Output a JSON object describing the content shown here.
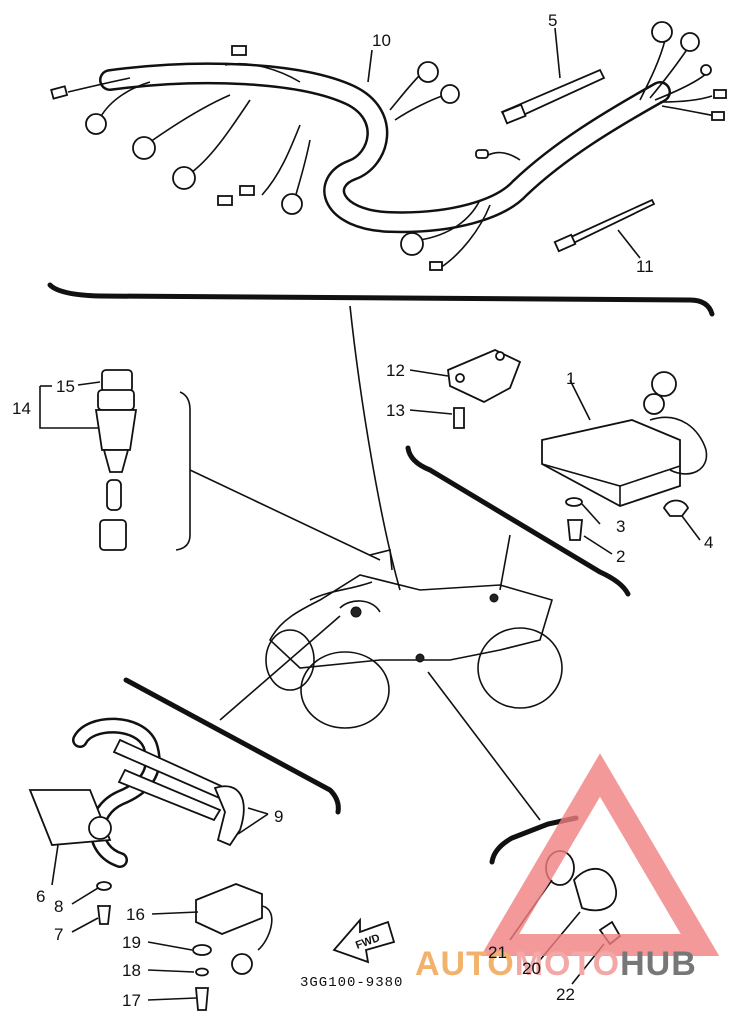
{
  "callouts": [
    {
      "id": "c1",
      "text": "1"
    },
    {
      "id": "c2",
      "text": "2"
    },
    {
      "id": "c3",
      "text": "3"
    },
    {
      "id": "c4",
      "text": "4"
    },
    {
      "id": "c5",
      "text": "5"
    },
    {
      "id": "c6",
      "text": "6"
    },
    {
      "id": "c7",
      "text": "7"
    },
    {
      "id": "c8",
      "text": "8"
    },
    {
      "id": "c9",
      "text": "9"
    },
    {
      "id": "c10",
      "text": "10"
    },
    {
      "id": "c11",
      "text": "11"
    },
    {
      "id": "c12",
      "text": "12"
    },
    {
      "id": "c13",
      "text": "13"
    },
    {
      "id": "c14",
      "text": "14"
    },
    {
      "id": "c15",
      "text": "15"
    },
    {
      "id": "c16",
      "text": "16"
    },
    {
      "id": "c17",
      "text": "17"
    },
    {
      "id": "c18",
      "text": "18"
    },
    {
      "id": "c19",
      "text": "19"
    },
    {
      "id": "c20",
      "text": "20"
    },
    {
      "id": "c21",
      "text": "21"
    },
    {
      "id": "c22",
      "text": "22"
    }
  ],
  "diagram_code": "3GG100-9380",
  "fwd_label": "FWD",
  "watermark": {
    "part1": "AUTO",
    "part2": "MOTO",
    "part3": "HUB",
    "colors": {
      "auto": "#f2b26b",
      "moto": "#f4a7a7",
      "hub": "#777777",
      "triangle": "#f08080"
    }
  }
}
